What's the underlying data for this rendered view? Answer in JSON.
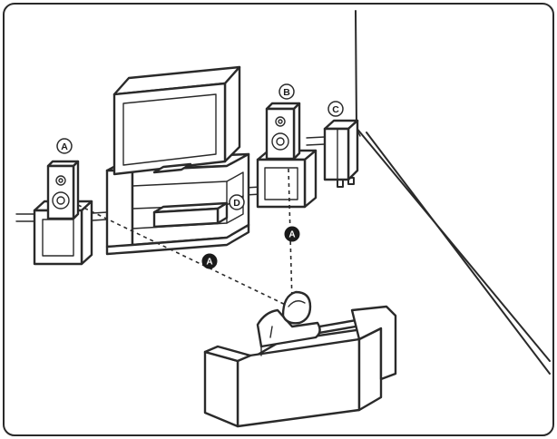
{
  "labels": {
    "front_left_speaker": "A",
    "front_right_speaker": "B",
    "subwoofer": "C",
    "center_speaker": "D",
    "distance_left": "A",
    "distance_right": "A"
  },
  "colors": {
    "line": "#2a2a2a",
    "paper": "#ffffff",
    "label_fill": "#1a1a1a"
  }
}
